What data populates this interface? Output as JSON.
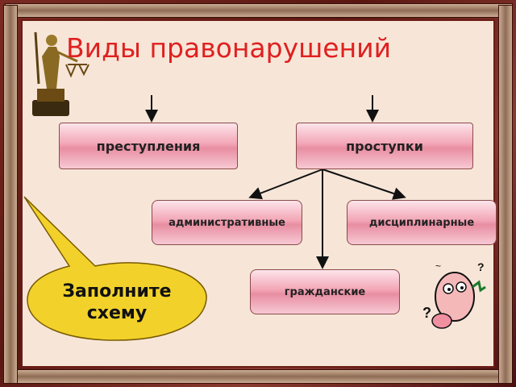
{
  "title": "Виды правонарушений",
  "nodes": {
    "crimes": "преступления",
    "offenses": "проступки",
    "administrative": "административные",
    "disciplinary": "дисциплинарные",
    "civil": "гражданские"
  },
  "callout": {
    "line1": "Заполните",
    "line2": "схему"
  },
  "colors": {
    "title": "#e02020",
    "box_fill": "#f2a6b6",
    "callout_fill": "#f2d22a",
    "background": "#f7e6d8"
  },
  "icons": [
    "justice-statue-icon",
    "confused-face-icon"
  ]
}
